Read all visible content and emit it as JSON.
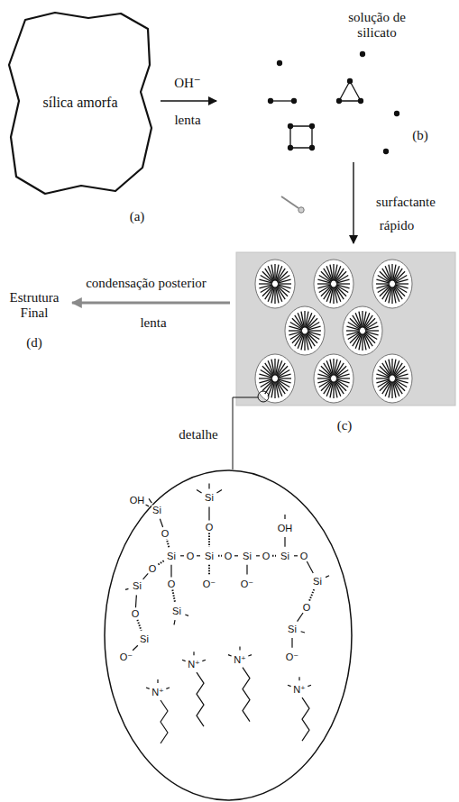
{
  "diagram": {
    "nodes": [
      {
        "text": [
          "sílica amorfa"
        ]
      }
    ],
    "labels": [
      "solução de silicato",
      "OH⁻",
      "lenta",
      "(a)",
      "(b)",
      "surfactante",
      "rápido",
      "condensação posterior",
      "lenta",
      "Estrutura Final",
      "(d)",
      "(c)",
      "detalhe",
      "Si",
      "O",
      "Si",
      "O",
      "Si",
      "O",
      "Si",
      "O",
      "Si",
      "O",
      "Si",
      "O",
      "Si",
      "O⁻",
      "O⁻",
      "O⁻",
      "OH",
      "O",
      "Si",
      "OH",
      "O",
      "Si",
      "O",
      "Si",
      "O⁻",
      "O",
      "Si",
      "N⁺",
      "N⁺",
      "N⁺",
      "N⁺"
    ]
  }
}
